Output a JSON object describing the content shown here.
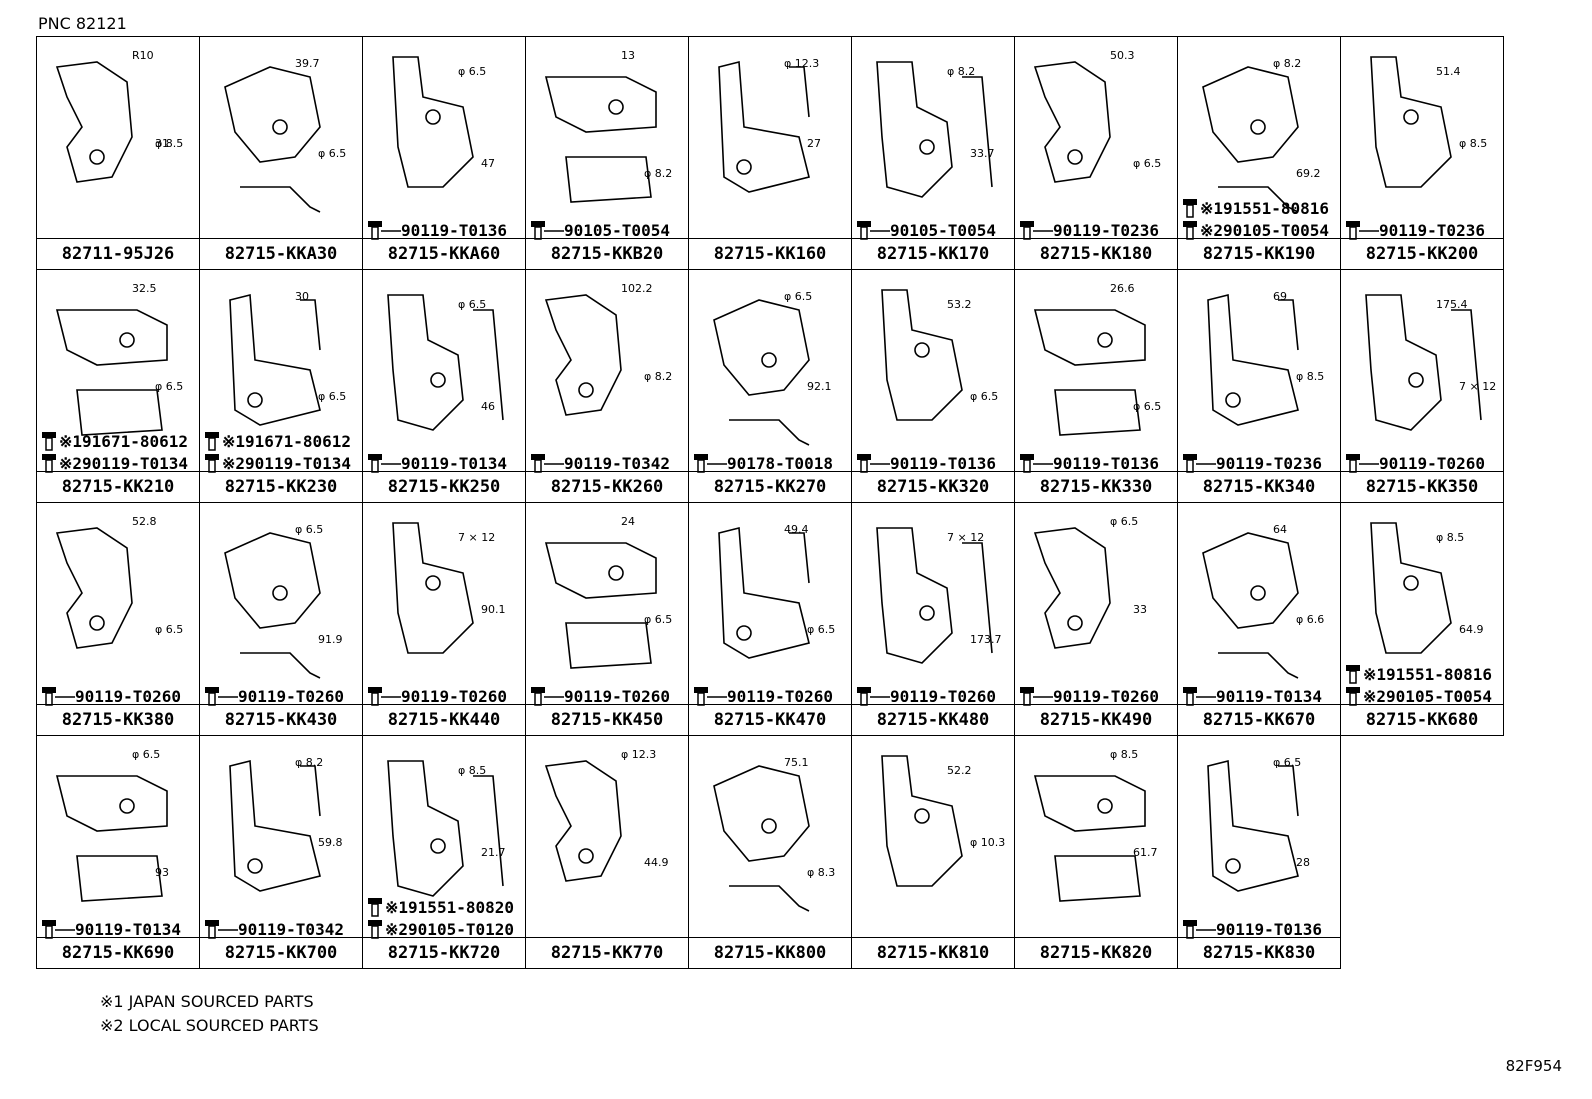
{
  "pnc": "PNC 82121",
  "figure_code": "82F954",
  "notes": [
    "※1 JAPAN SOURCED PARTS",
    "※2 LOCAL SOURCED PARTS"
  ],
  "cells": [
    {
      "part": "82711-95J26",
      "bolt": [],
      "dims": [
        "R10",
        "φ 8.5",
        "31"
      ]
    },
    {
      "part": "82715-KKA30",
      "bolt": [],
      "dims": [
        "39.7",
        "φ 6.5"
      ]
    },
    {
      "part": "82715-KKA60",
      "bolt": [
        "90119-T0136"
      ],
      "dims": [
        "φ 6.5",
        "47"
      ]
    },
    {
      "part": "82715-KKB20",
      "bolt": [
        "90105-T0054"
      ],
      "dims": [
        "13",
        "φ 8.2"
      ]
    },
    {
      "part": "82715-KK160",
      "bolt": [],
      "dims": [
        "φ 12.3",
        "27"
      ]
    },
    {
      "part": "82715-KK170",
      "bolt": [
        "90105-T0054"
      ],
      "dims": [
        "φ 8.2",
        "33.7"
      ]
    },
    {
      "part": "82715-KK180",
      "bolt": [
        "90119-T0236"
      ],
      "dims": [
        "50.3",
        "φ 6.5"
      ]
    },
    {
      "part": "82715-KK190",
      "bolt": [
        "※191551-80816",
        "※290105-T0054"
      ],
      "dims": [
        "φ 8.2",
        "69.2"
      ]
    },
    {
      "part": "82715-KK200",
      "bolt": [
        "90119-T0236"
      ],
      "dims": [
        "51.4",
        "φ 8.5"
      ]
    },
    {
      "part": "82715-KK210",
      "bolt": [
        "※191671-80612",
        "※290119-T0134"
      ],
      "dims": [
        "32.5",
        "φ 6.5"
      ]
    },
    {
      "part": "82715-KK230",
      "bolt": [
        "※191671-80612",
        "※290119-T0134"
      ],
      "dims": [
        "30",
        "φ 6.5"
      ]
    },
    {
      "part": "82715-KK250",
      "bolt": [
        "90119-T0134"
      ],
      "dims": [
        "φ 6.5",
        "46"
      ]
    },
    {
      "part": "82715-KK260",
      "bolt": [
        "90119-T0342"
      ],
      "dims": [
        "102.2",
        "φ 8.2"
      ]
    },
    {
      "part": "82715-KK270",
      "bolt": [
        "90178-T0018"
      ],
      "dims": [
        "φ 6.5",
        "92.1"
      ]
    },
    {
      "part": "82715-KK320",
      "bolt": [
        "90119-T0136"
      ],
      "dims": [
        "53.2",
        "φ 6.5"
      ]
    },
    {
      "part": "82715-KK330",
      "bolt": [
        "90119-T0136"
      ],
      "dims": [
        "26.6",
        "φ 6.5"
      ]
    },
    {
      "part": "82715-KK340",
      "bolt": [
        "90119-T0236"
      ],
      "dims": [
        "69",
        "φ 8.5"
      ]
    },
    {
      "part": "82715-KK350",
      "bolt": [
        "90119-T0260"
      ],
      "dims": [
        "175.4",
        "7 × 12"
      ]
    },
    {
      "part": "82715-KK380",
      "bolt": [
        "90119-T0260"
      ],
      "dims": [
        "52.8",
        "φ 6.5"
      ]
    },
    {
      "part": "82715-KK430",
      "bolt": [
        "90119-T0260"
      ],
      "dims": [
        "φ 6.5",
        "91.9"
      ]
    },
    {
      "part": "82715-KK440",
      "bolt": [
        "90119-T0260"
      ],
      "dims": [
        "7 × 12",
        "90.1"
      ]
    },
    {
      "part": "82715-KK450",
      "bolt": [
        "90119-T0260"
      ],
      "dims": [
        "24",
        "φ 6.5"
      ]
    },
    {
      "part": "82715-KK470",
      "bolt": [
        "90119-T0260"
      ],
      "dims": [
        "49.4",
        "φ 6.5"
      ]
    },
    {
      "part": "82715-KK480",
      "bolt": [
        "90119-T0260"
      ],
      "dims": [
        "7 × 12",
        "173.7"
      ]
    },
    {
      "part": "82715-KK490",
      "bolt": [
        "90119-T0260"
      ],
      "dims": [
        "φ 6.5",
        "33"
      ]
    },
    {
      "part": "82715-KK670",
      "bolt": [
        "90119-T0134"
      ],
      "dims": [
        "64",
        "φ 6.6"
      ]
    },
    {
      "part": "82715-KK680",
      "bolt": [
        "※191551-80816",
        "※290105-T0054"
      ],
      "dims": [
        "φ 8.5",
        "64.9"
      ]
    },
    {
      "part": "82715-KK690",
      "bolt": [
        "90119-T0134"
      ],
      "dims": [
        "φ 6.5",
        "93"
      ]
    },
    {
      "part": "82715-KK700",
      "bolt": [
        "90119-T0342"
      ],
      "dims": [
        "φ 8.2",
        "59.8"
      ]
    },
    {
      "part": "82715-KK720",
      "bolt": [
        "※191551-80820",
        "※290105-T0120"
      ],
      "dims": [
        "φ 8.5",
        "21.7"
      ]
    },
    {
      "part": "82715-KK770",
      "bolt": [],
      "dims": [
        "φ 12.3",
        "44.9"
      ]
    },
    {
      "part": "82715-KK800",
      "bolt": [],
      "dims": [
        "75.1",
        "φ 8.3"
      ]
    },
    {
      "part": "82715-KK810",
      "bolt": [],
      "dims": [
        "52.2",
        "φ 10.3"
      ]
    },
    {
      "part": "82715-KK820",
      "bolt": [],
      "dims": [
        "φ 8.5",
        "61.7"
      ]
    },
    {
      "part": "82715-KK830",
      "bolt": [
        "90119-T0136"
      ],
      "dims": [
        "φ 6.5",
        "28"
      ]
    }
  ]
}
